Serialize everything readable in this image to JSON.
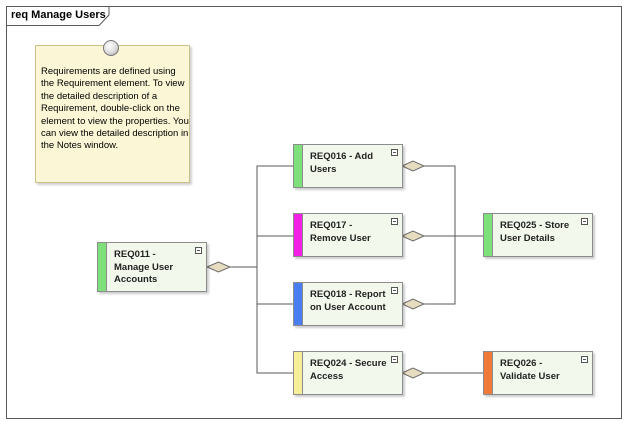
{
  "frame": {
    "title": "req Manage Users"
  },
  "note": {
    "text": "Requirements are defined using the Requirement element.  To view the detailed description of a Requirement, double-click on the element to view the properties. You can view the detailed description in the Notes window."
  },
  "requirements": {
    "req011": {
      "label": "REQ011 - Manage User Accounts",
      "color": "#7ee07a"
    },
    "req016": {
      "label": "REQ016 - Add Users",
      "color": "#7ee07a"
    },
    "req017": {
      "label": "REQ017 - Remove User",
      "color": "#f21fe6"
    },
    "req018": {
      "label": "REQ018 - Report on User Account",
      "color": "#4a7df0"
    },
    "req024": {
      "label": "REQ024 - Secure Access",
      "color": "#f6ee98"
    },
    "req025": {
      "label": "REQ025 - Store User Details",
      "color": "#7ee07a"
    },
    "req026": {
      "label": "REQ026 - Validate User",
      "color": "#f07a3a"
    }
  }
}
